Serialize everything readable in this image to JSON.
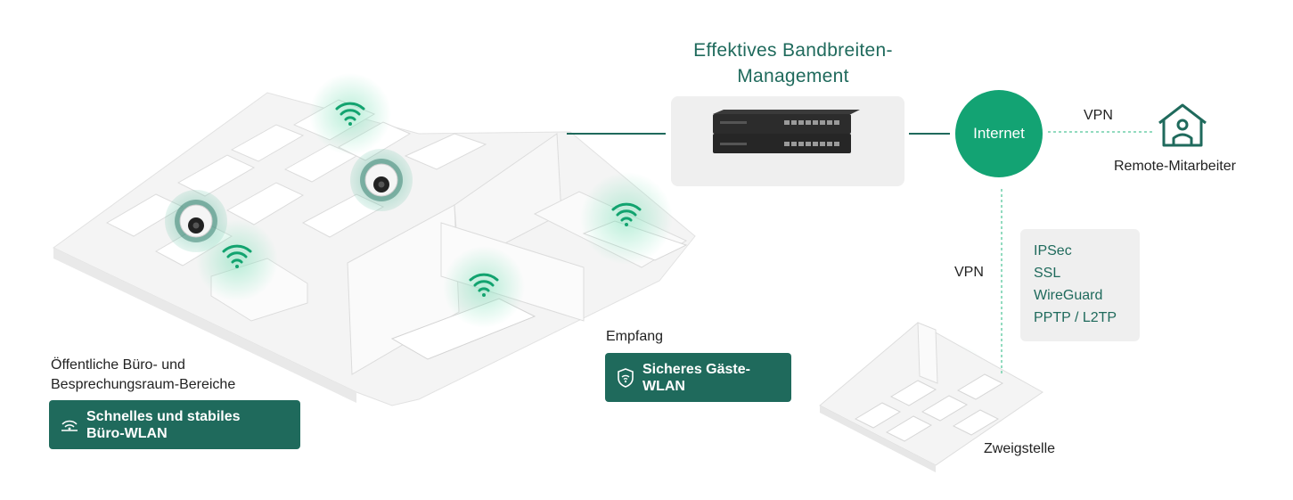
{
  "headline": {
    "line1": "Effektives Bandbreiten-",
    "line2": "Management"
  },
  "internet": "Internet",
  "vpn_top": "VPN",
  "remote": "Remote-Mitarbeiter",
  "vpn_left": "VPN",
  "protocols": [
    "IPSec",
    "SSL",
    "WireGuard",
    "PPTP / L2TP"
  ],
  "branch": "Zweigstelle",
  "empfang": "Empfang",
  "guest_tag": "Sicheres Gäste-\nWLAN",
  "area_label": {
    "line1": "Öffentliche Büro- und",
    "line2": "Besprechungsraum-Bereiche"
  },
  "office_tag": "Schnelles und stabiles\nBüro-WLAN",
  "colors": {
    "accent_green": "#13a373",
    "dark_teal": "#1f6a5c",
    "wifi_green": "#12a36f",
    "panel_grey": "#efefef"
  },
  "icons": [
    "wifi-icon",
    "security-camera-icon",
    "network-switch-icon",
    "remote-home-icon",
    "shield-wifi-icon",
    "wifi-signal-icon"
  ]
}
